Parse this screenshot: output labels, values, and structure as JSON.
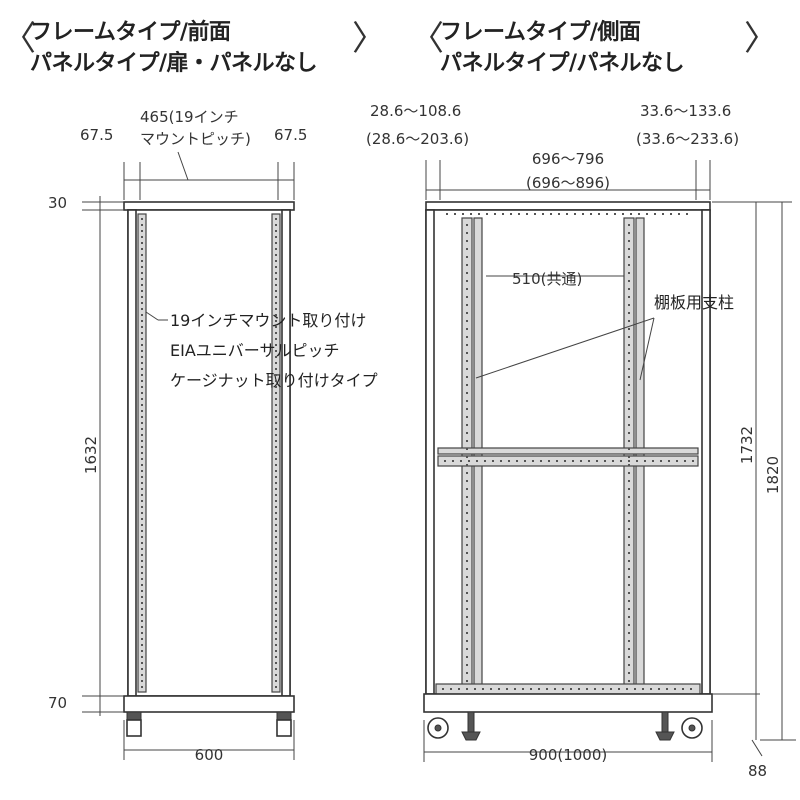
{
  "titles": {
    "front": {
      "line1": "フレームタイプ/前面",
      "line2": "パネルタイプ/扉・パネルなし"
    },
    "side": {
      "line1": "フレームタイプ/側面",
      "line2": "パネルタイプ/パネルなし"
    },
    "bracket_open": "〈",
    "bracket_close": "〉"
  },
  "front_view": {
    "dim_side_left": "67.5",
    "dim_mount_line1": "465(19インチ",
    "dim_mount_line2": "マウントピッチ)",
    "dim_side_right": "67.5",
    "dim_top": "30",
    "dim_height": "1632",
    "dim_bottom": "70",
    "dim_width": "600",
    "callout_line1": "19インチマウント取り付け",
    "callout_line2": "EIAユニバーサルピッチ",
    "callout_line3": "ケージナット取り付けタイプ"
  },
  "side_view": {
    "dim_front_offset_line1": "28.6～108.6",
    "dim_front_offset_line2": "(28.6～203.6)",
    "dim_rear_offset_line1": "33.6～133.6",
    "dim_rear_offset_line2": "(33.6～233.6)",
    "dim_depth_line1": "696～796",
    "dim_depth_line2": "(696～896)",
    "dim_shelf": "510(共通)",
    "shelf_post_label": "棚板用支柱",
    "dim_frame_height": "1732",
    "dim_total_height": "1820",
    "dim_total_depth": "900(1000)",
    "dim_caster": "88"
  }
}
